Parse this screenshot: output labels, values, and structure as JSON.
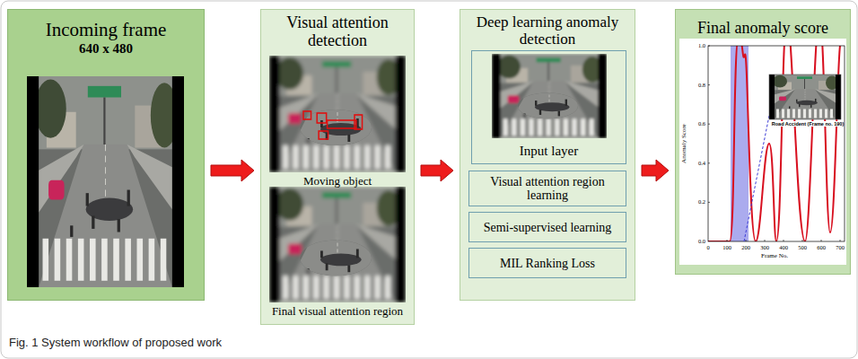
{
  "diagram": {
    "caption": "Fig. 1 System workflow of proposed work",
    "nodes": [
      {
        "text": [
          "Incoming frame",
          "640 x 480"
        ]
      },
      {
        "text": [
          "Visual attention detection"
        ]
      },
      {
        "text": [
          "Deep learning anomaly detection"
        ]
      },
      {
        "text": [
          "Input layer"
        ],
        "in": 2
      },
      {
        "text": [
          "Visual attention region learning"
        ],
        "in": 2
      },
      {
        "text": [
          "Semi-supervised learning"
        ],
        "in": 2
      },
      {
        "text": [
          "MIL Ranking Loss"
        ],
        "in": 2
      },
      {
        "text": [
          "Final anomaly score"
        ]
      }
    ],
    "edges": [
      {
        "from": 0,
        "to": 1,
        "arrow": "to"
      },
      {
        "from": 1,
        "to": 2,
        "arrow": "to"
      },
      {
        "from": 2,
        "to": 7,
        "arrow": "to"
      }
    ],
    "labels": [
      "Moving object",
      "Final visual attention region",
      "Anomaly Score",
      "1.0",
      "0.8",
      "0.6",
      "0.4",
      "0.2",
      "0.0",
      "0",
      "100",
      "200",
      "300",
      "400",
      "500",
      "600",
      "700",
      "Frame No.",
      "Road Accident (Frame no. 190)"
    ]
  }
}
